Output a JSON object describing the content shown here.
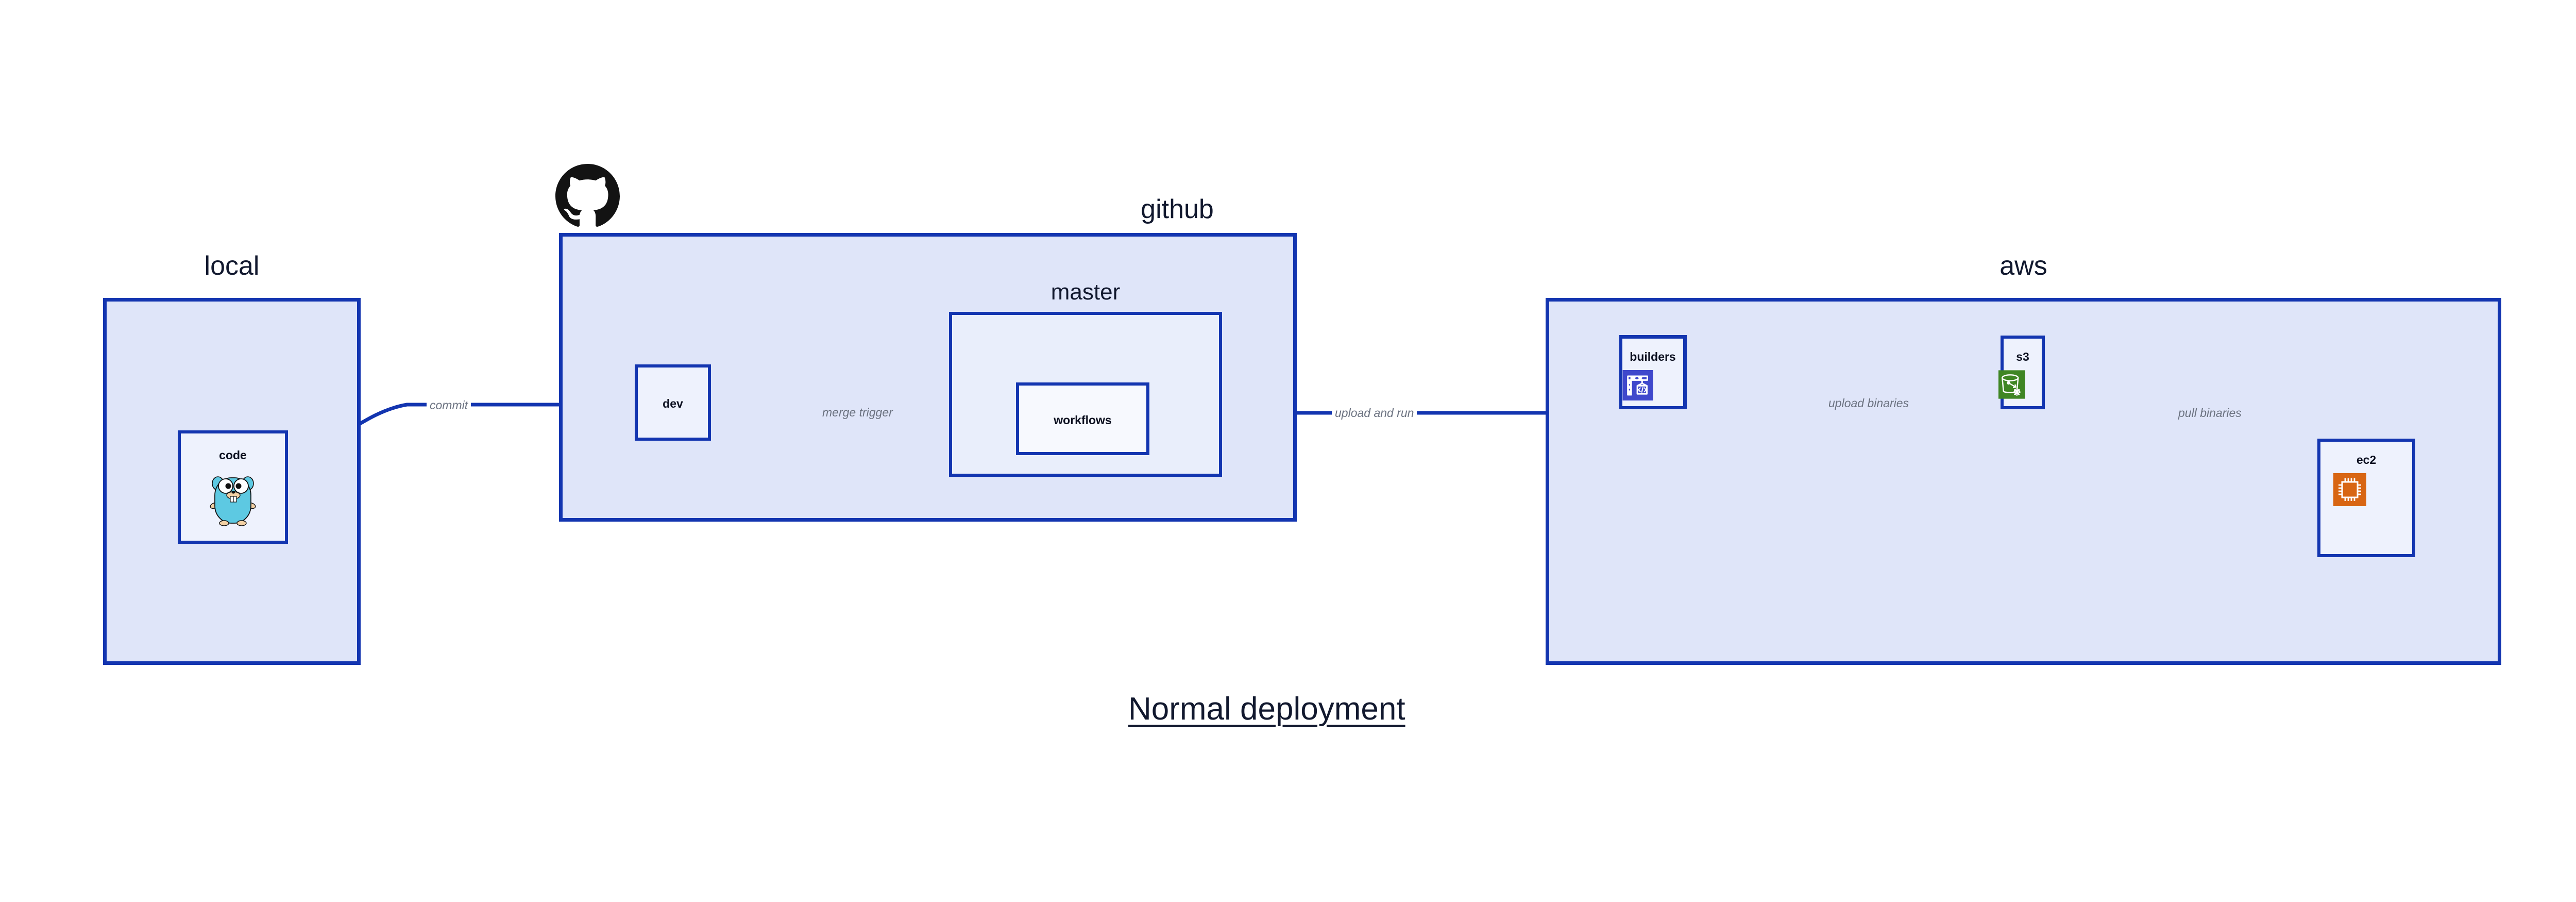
{
  "title": "Normal deployment",
  "colors": {
    "group_fill": "#dfe5f9",
    "subgroup_fill": "#e9eefb",
    "node_fill": "#eef2fd",
    "border": "#1335b0",
    "edge": "#1335b0",
    "edge_label": "#6b7280",
    "text": "#11182e",
    "codebuild_icon_bg": "#3f48cc",
    "s3_icon_bg": "#3f8624",
    "ec2_icon_bg": "#d86613",
    "gopher_body": "#5dc9e2",
    "github_logo": "#131313"
  },
  "groups": [
    {
      "id": "local",
      "label": "local"
    },
    {
      "id": "github",
      "label": "github"
    },
    {
      "id": "aws",
      "label": "aws"
    }
  ],
  "subgroups": [
    {
      "id": "master",
      "label": "master",
      "parent": "github"
    }
  ],
  "nodes": [
    {
      "id": "code",
      "label": "code",
      "group": "local",
      "icon": "go-gopher-icon"
    },
    {
      "id": "dev",
      "label": "dev",
      "group": "github",
      "icon": null
    },
    {
      "id": "workflows",
      "label": "workflows",
      "group": "master",
      "icon": null
    },
    {
      "id": "builders",
      "label": "builders",
      "group": "aws",
      "icon": "aws-codebuild-icon"
    },
    {
      "id": "s3",
      "label": "s3",
      "group": "aws",
      "icon": "aws-s3-glacier-icon"
    },
    {
      "id": "ec2",
      "label": "ec2",
      "group": "aws",
      "icon": "aws-ec2-icon"
    }
  ],
  "edges": [
    {
      "id": "commit",
      "from": "code",
      "to": "dev",
      "label": "commit"
    },
    {
      "id": "merge-trigger",
      "from": "dev",
      "to": "workflows",
      "label": "merge trigger"
    },
    {
      "id": "upload-and-run",
      "from": "workflows",
      "to": "builders",
      "label": "upload and run"
    },
    {
      "id": "upload-binaries",
      "from": "builders",
      "to": "s3",
      "label": "upload binaries"
    },
    {
      "id": "pull-binaries",
      "from": "s3",
      "to": "ec2",
      "label": "pull binaries"
    }
  ],
  "logos": [
    {
      "id": "github-octocat",
      "name": "github-octocat-logo"
    }
  ]
}
